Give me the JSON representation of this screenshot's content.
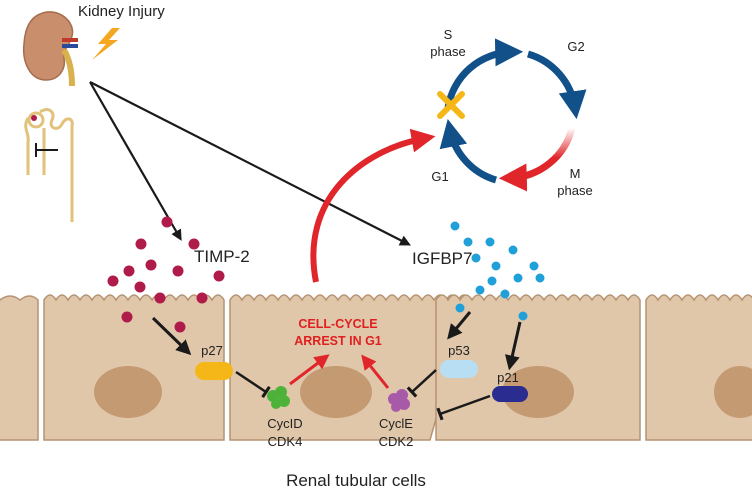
{
  "labels": {
    "kidney_injury": "Kidney Injury",
    "timp2": "TIMP-2",
    "igfbp7": "IGFBP7",
    "s_phase_1": "S",
    "s_phase_2": "phase",
    "g2": "G2",
    "m_phase_1": "M",
    "m_phase_2": "phase",
    "g1": "G1",
    "arrest_1": "CELL-CYCLE",
    "arrest_2": "ARREST IN G1",
    "p27": "p27",
    "p53": "p53",
    "p21": "p21",
    "cycd": "CycID",
    "cdk4": "CDK4",
    "cyce": "CyclE",
    "cdk2": "CDK2",
    "footer": "Renal tubular cells"
  },
  "colors": {
    "cell_fill": "#e0c7aa",
    "cell_stroke": "#b59372",
    "nucleus": "#c49a72",
    "timp2_dot": "#b01c4a",
    "igfbp7_dot": "#1fa0d8",
    "cycle_blue": "#12508a",
    "cycle_red": "#e0262b",
    "p27": "#f5b718",
    "p53": "#b8def4",
    "p21": "#2b2c8f",
    "cycd": "#4cb23a",
    "cyce": "#a75aa8",
    "arrow_dark": "#1a1a1a"
  },
  "icons": {
    "kidney": "kidney-icon",
    "lightning": "lightning-bolt-icon",
    "nephron": "nephron-icon",
    "g1_block": "cross-mark-icon"
  }
}
